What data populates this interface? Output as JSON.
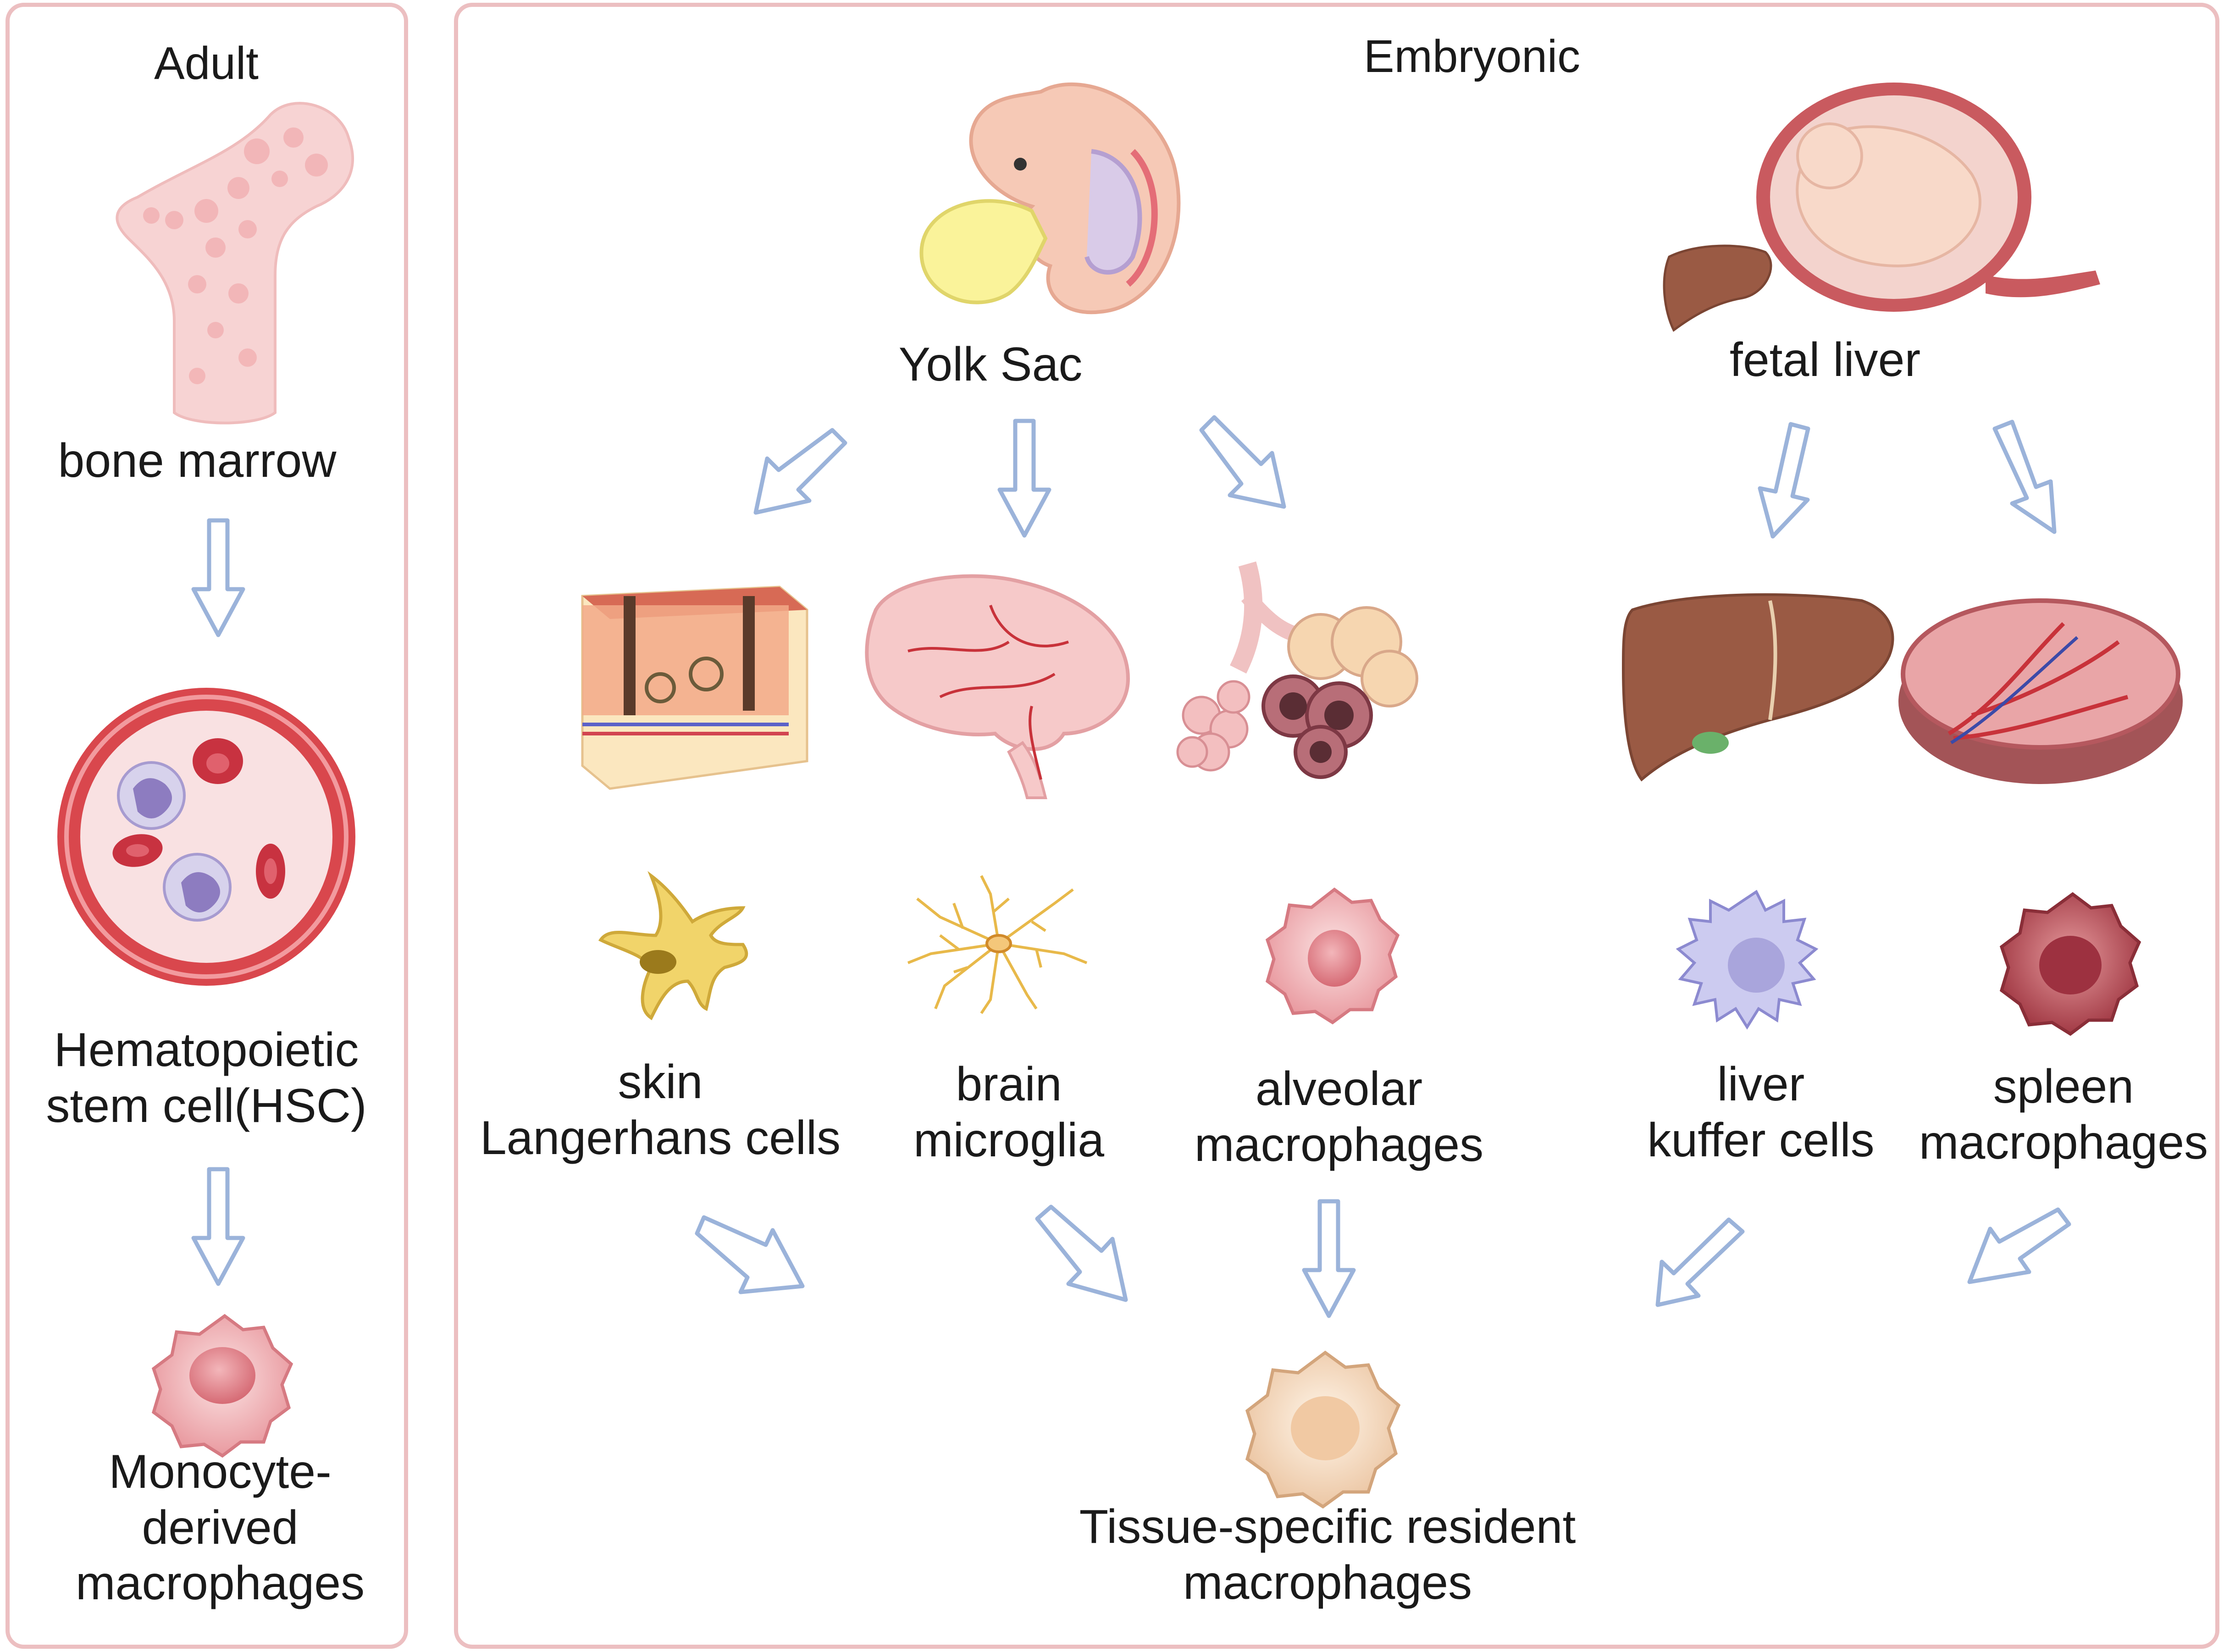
{
  "adult": {
    "title": "Adult",
    "bone_marrow": "bone marrow",
    "hsc": [
      "Hematopoietic",
      "stem cell(HSC)"
    ],
    "monocyte": [
      "Monocyte-",
      "derived",
      "macrophages"
    ]
  },
  "embryonic": {
    "title": "Embryonic",
    "yolk_sac": "Yolk Sac",
    "fetal_liver": "fetal liver",
    "skin": [
      "skin",
      "Langerhans cells"
    ],
    "brain": [
      "brain",
      "microglia"
    ],
    "alveolar": [
      "alveolar",
      "macrophages"
    ],
    "liver": [
      "liver",
      "kuffer cells"
    ],
    "spleen": [
      "spleen",
      "macrophages"
    ],
    "resident": [
      "Tissue-specific resident",
      "macrophages"
    ]
  },
  "colors": {
    "panel_border": "#ecbfc1",
    "arrow": "#9bb3da",
    "vessel_wall": "#d9474d",
    "liver": "#9a5a44",
    "neuron": "#e8b94a"
  }
}
